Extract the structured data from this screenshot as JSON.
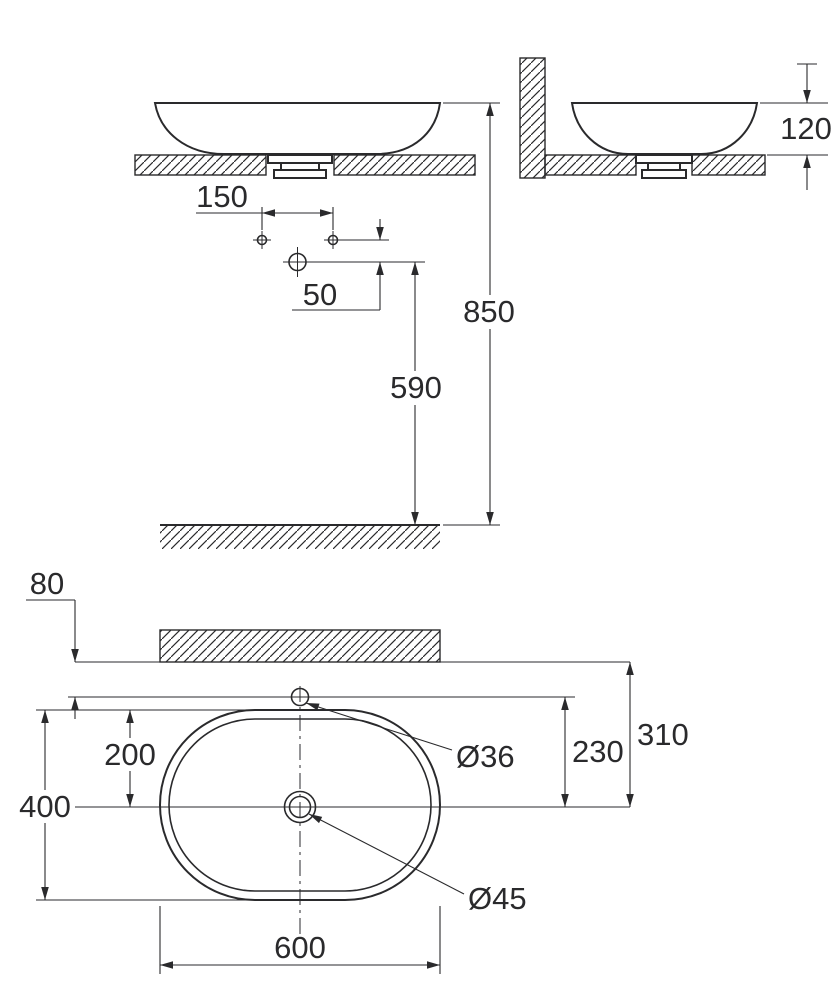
{
  "page": {
    "background": "#ffffff",
    "line_color": "#2a2a2c"
  },
  "front_view": {
    "dim_hole_spacing": "150",
    "dim_hole_offset": "50",
    "dim_rim_height": "850",
    "dim_drain_height": "590"
  },
  "side_view": {
    "dim_bowl_height": "120"
  },
  "plan_view": {
    "dim_wall_to_faucet": "80",
    "dim_top_to_drain": "200",
    "dim_depth": "400",
    "dim_faucet_to_drain": "230",
    "dim_wall_to_drain": "310",
    "dim_width": "600",
    "label_faucet_hole": "Ø36",
    "label_drain_hole": "Ø45"
  }
}
